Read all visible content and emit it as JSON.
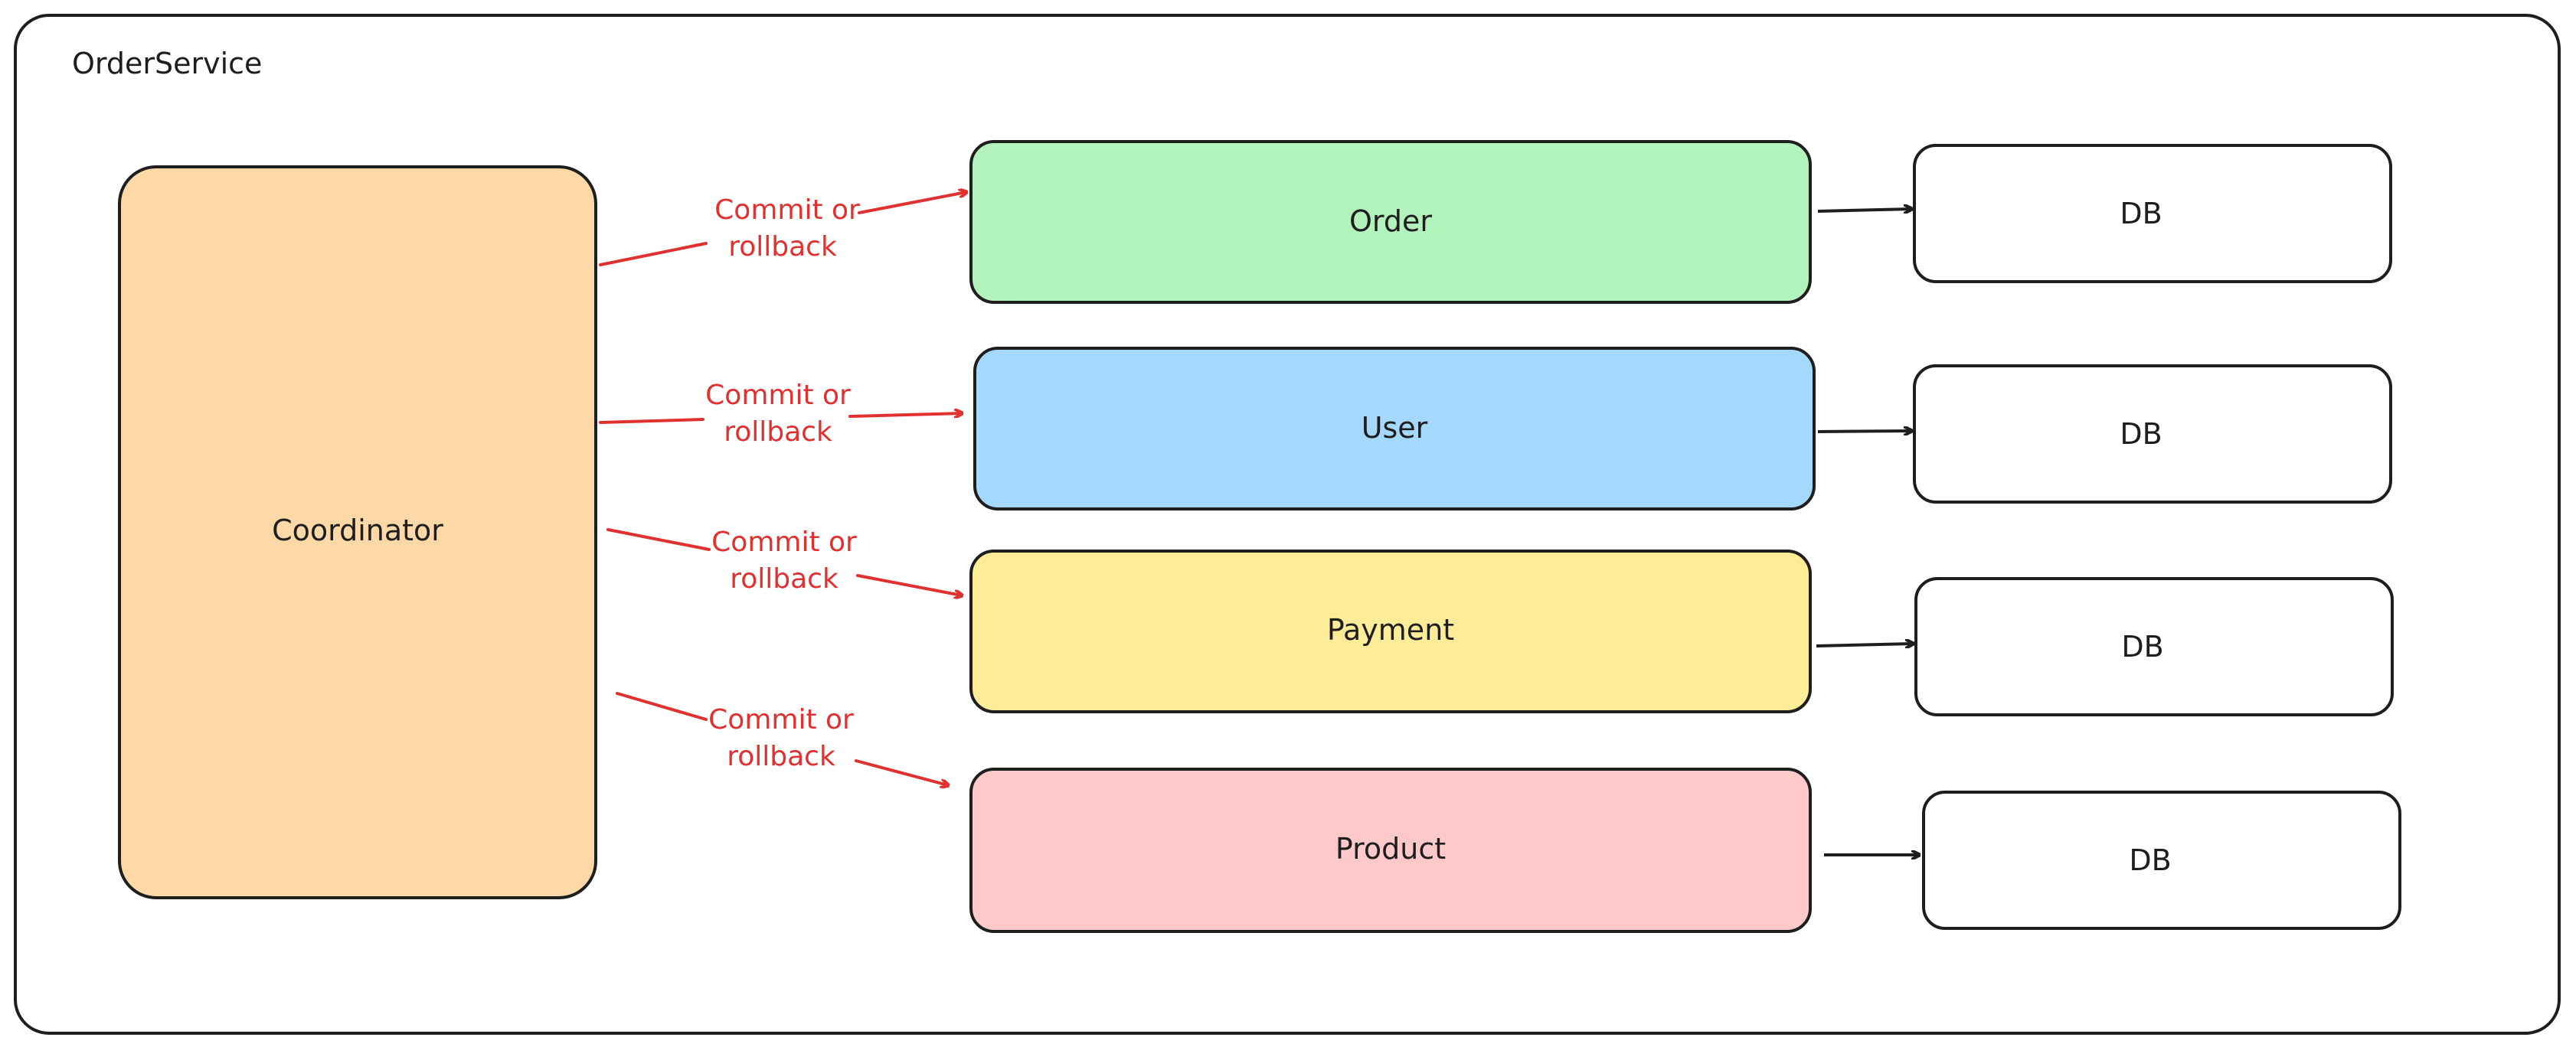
{
  "container": {
    "title": "OrderService"
  },
  "coordinator": {
    "label": "Coordinator",
    "fill": "#ffd8a8"
  },
  "services": [
    {
      "id": "order",
      "label": "Order",
      "fill": "#b2f2bb",
      "db_label": "DB"
    },
    {
      "id": "user",
      "label": "User",
      "fill": "#a5d8ff",
      "db_label": "DB"
    },
    {
      "id": "payment",
      "label": "Payment",
      "fill": "#ffec99",
      "db_label": "DB"
    },
    {
      "id": "product",
      "label": "Product",
      "fill": "#ffc9c9",
      "db_label": "DB"
    }
  ],
  "edges": [
    {
      "to": "order",
      "line1": "Commit or",
      "line2": "rollback"
    },
    {
      "to": "user",
      "line1": "Commit or",
      "line2": "rollback"
    },
    {
      "to": "payment",
      "line1": "Commit or",
      "line2": "rollback"
    },
    {
      "to": "product",
      "line1": "Commit or",
      "line2": "rollback"
    }
  ],
  "colors": {
    "stroke": "#1e1e1e",
    "edge": "#e03131",
    "background": "#ffffff"
  }
}
